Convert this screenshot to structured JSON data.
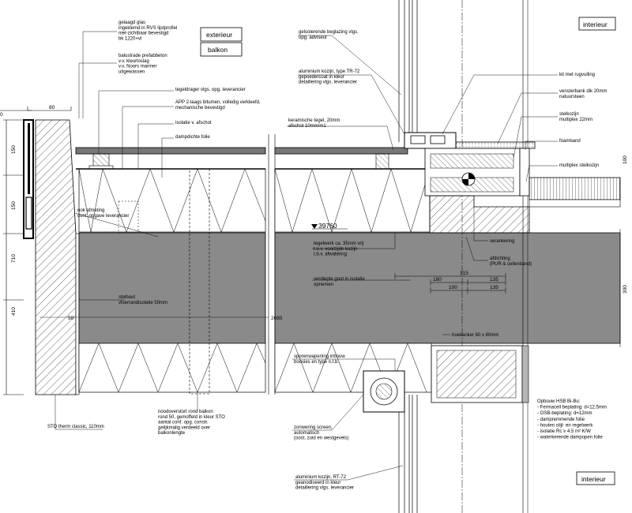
{
  "boxes": {
    "exterieur": "exterieur",
    "balkon": "balkon",
    "interieur_top": "interieur",
    "interieur_bottom": "interieur"
  },
  "annotations": {
    "glas": [
      "gelaagd glas",
      "ingeklemd in RVS lijstprofiel",
      "niet-zichtbaar bevestigd",
      "bk 1220+vl"
    ],
    "balustrade": [
      "balustrade prefabbeton",
      "v.v. kleurloslag",
      "v.v. Noors marmer",
      "uitgewassen"
    ],
    "tegeldrager": [
      "tegeldrager vlgs. opg. leverancier"
    ],
    "app": [
      "APP 2-laags bitumen, volledig verkleefd,",
      "mechanische bevestigd"
    ],
    "isolatie": [
      "isolatie v. afschot"
    ],
    "dampdicht": [
      "dampdichte folie"
    ],
    "nok": [
      "nok afmeting",
      "cont. opgave leverancier"
    ],
    "stelbout": [
      "stelbout",
      "vloerrandisolatie 50mm"
    ],
    "noodoverstort": [
      "noodoverstort rond balkon",
      "rond 50, gemoffeld in kleur STO",
      "aantal conf. opg. constr.",
      "gelijkmalig verdeeld over",
      "balkonlengte"
    ],
    "sto": [
      "STO therm classic, 110mm"
    ],
    "beglazing": [
      "gelsolerende beglazing vlgs.",
      "opg. adviseur"
    ],
    "kozijn_tr": [
      "aluminium kozijn, type TR-72",
      "gepoedercoat in kleur",
      "detaillering vlgs. leverancier"
    ],
    "keramisch": [
      "keramische tegel, 20mm",
      "afschot 10mm/m1"
    ],
    "tegelwerk": [
      "tegelwerk ca. 35mm vrij",
      "t.o.v. voorzijde kozijn",
      "t.b.v. afwatering"
    ],
    "goot": [
      "verdiepte goot in isolatie",
      "opnemen"
    ],
    "sporen": [
      "sporenwapening inbouw",
      "boosies en type n.t.b."
    ],
    "zonwering": [
      "zonwering screen,",
      "automatisch",
      "(oost, zuid en westgevels)"
    ],
    "kozijn_rt": [
      "aluminium kozijn, RT-72",
      "geanodiseerd in kleur",
      "detaillering vlgs. leverancier"
    ],
    "kit": [
      "kit met rugvulling"
    ],
    "vensterbank": [
      "vensterbank dik 20mm",
      "natuursteen"
    ],
    "stelkozijn": [
      "stelkozijn",
      "multiplex 22mm"
    ],
    "foamband": [
      "foamband"
    ],
    "multiplex": [
      "multiplex stelkozijn"
    ],
    "verankering": [
      "verankering"
    ],
    "afdichting": [
      "afdichting",
      "(PUR & cellenband)"
    ],
    "hoekanker": [
      "hoekanker 60 x 60mm"
    ],
    "opbouw": [
      "Opbouw HSB  Bi-Bu:",
      "- Fermacell beplating: d=12.5mm",
      "- OSB-beplating: d=12mm",
      "- dampremmende folie",
      "- houten stijl- en regelwerk",
      "- isolatie Rc ≥ 4.5 m² K/W",
      "- waterkerende dampopen folie"
    ]
  },
  "dimensions": {
    "d80": "80",
    "d150a": "150",
    "d150b": "150",
    "d710": "710",
    "d410": "410",
    "d50": "50",
    "d2085": "2085",
    "level": "39760",
    "d315": "315",
    "d180": "180",
    "d135a": "135",
    "d100": "100",
    "d135b": "135",
    "d300": "300",
    "d100r": "100",
    "d0": "0"
  },
  "colors": {
    "slab": "#8a8a8a",
    "line": "#000000",
    "panel": "#b5b5b5"
  }
}
